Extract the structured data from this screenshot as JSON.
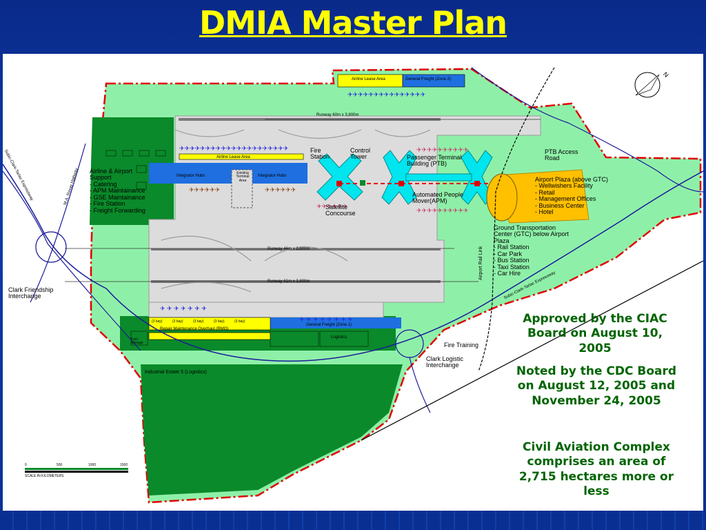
{
  "title": "DMIA Master Plan",
  "map": {
    "zones": {
      "airline_lease_top": "Airline Lease Area",
      "general_freight_zone2": "General Freight (Zone 2)",
      "airline_lease_mid": "Airline Lease Area",
      "integrator_hubs_1": "Integrator Hubs",
      "integrator_hubs_2": "Integrator Hubs",
      "existing_terminal": "Existing Terminal Area",
      "general_freight_zone1": "General Freight (Zone 1)",
      "logistics": "Logistics",
      "repair_maintenance": "Repair Maintenance Overhaul (RMO)",
      "fuel_storage": "Fuel Storage",
      "industrial_estate": "Industrial Estate 5 (Logistics)",
      "bay_label": "(3 bay)"
    },
    "runways": {
      "r1": "Runway 60m x 3,800m",
      "r2": "Runway 46m x 2,800m",
      "r3": "Runway 61m x 3,800m"
    },
    "labels": {
      "fire_station": "Fire Station",
      "control_tower": "Control Tower",
      "ptb": "Passenger Terminal Building (PTB)",
      "ptb_access": "PTB Access Road",
      "apm": "Automated People Mover(APM)",
      "satellite": "Satellite Concourse",
      "airport_rail_link": "Airport Rail Link",
      "scte_right": "Subic-Clark-Tarlac Expressway",
      "scte_left": "Subic-Clark-Tarlac Expressway",
      "roxas_highway": "M.A. Roxas Highway",
      "clark_friendship": "Clark Friendship Interchange",
      "clark_logistic": "Clark Logistic Interchange",
      "fire_training": "Fire Training"
    },
    "support": {
      "heading": "Airline & Airport Support",
      "items": [
        "- Catering",
        "- APM Maintainance",
        "- GSE Maintainance",
        "- Fire Station",
        "- Freight Forwarding"
      ]
    },
    "plaza": {
      "heading": "Airport Plaza (above GTC)",
      "items": [
        "- Wellwishers Facility",
        "- Retail",
        "- Management Offices",
        "- Business Center",
        "- Hotel"
      ]
    },
    "gtc": {
      "heading": "Ground Transportation Center (GTC) below Airport Plaza",
      "items": [
        "- Rail Station",
        "- Car Park",
        "- Bus Station",
        "- Taxi Station",
        "- Car Hire"
      ]
    },
    "scale": {
      "ticks": [
        "0",
        "500",
        "1000",
        "1500"
      ],
      "label": "SCALE IN KILOMETERS"
    },
    "north_label": "N"
  },
  "notes": {
    "approved": "Approved by the CIAC Board on August 10, 2005",
    "noted": "Noted by the CDC Board on August 12, 2005 and November 24, 2005",
    "area": "Civil Aviation Complex comprises an area of 2,715 hectares more or less"
  },
  "colors": {
    "title": "#ffff00",
    "background": "#0c3aa8",
    "light_green": "#8ef0a8",
    "dark_green": "#0a8a2a",
    "apron": "#d8d8d8",
    "terminal_cyan": "#00e5ee",
    "freight_blue": "#1f6fe0",
    "lease_yellow": "#ffff00",
    "plaza_orange": "#ffc000",
    "note_text": "#006400",
    "boundary_red": "#e00000"
  }
}
